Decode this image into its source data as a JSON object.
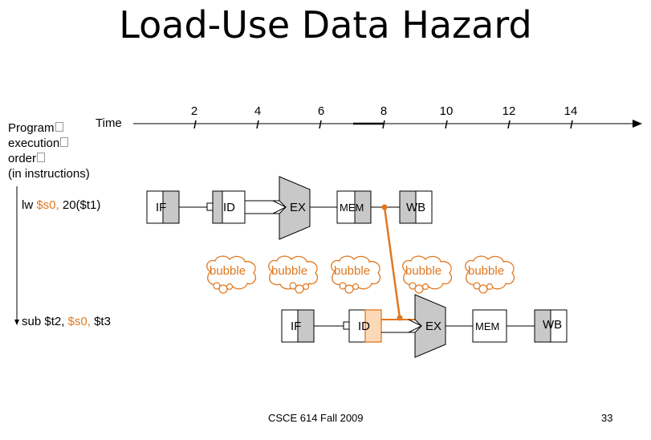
{
  "slide": {
    "title": "Load-Use Data Hazard",
    "footer_center": "CSCE 614 Fall 2009",
    "page_number": "33"
  },
  "axis": {
    "time_label": "Time",
    "ticks": [
      "2",
      "4",
      "6",
      "8",
      "10",
      "12",
      "14"
    ],
    "order_label_lines": [
      "Program",
      "execution",
      "order",
      "(in instructions)"
    ]
  },
  "instructions": [
    {
      "parts": [
        {
          "text": "lw ",
          "highlight": false
        },
        {
          "text": "$s0,",
          "highlight": true
        },
        {
          "text": " 20($t1)",
          "highlight": false
        }
      ]
    },
    {
      "parts": [
        {
          "text": "sub $t2, ",
          "highlight": false
        },
        {
          "text": "$s0,",
          "highlight": true
        },
        {
          "text": " $t3",
          "highlight": false
        }
      ]
    }
  ],
  "stages": {
    "if": "IF",
    "id": "ID",
    "ex": "EX",
    "mem": "MEM",
    "wb": "WB"
  },
  "bubbles": [
    "bubble",
    "bubble",
    "bubble",
    "bubble",
    "bubble"
  ],
  "colors": {
    "highlight": "#e07820",
    "stage_shade": "#c8c8c8",
    "id_forward_shade": "#fbd9b8"
  }
}
